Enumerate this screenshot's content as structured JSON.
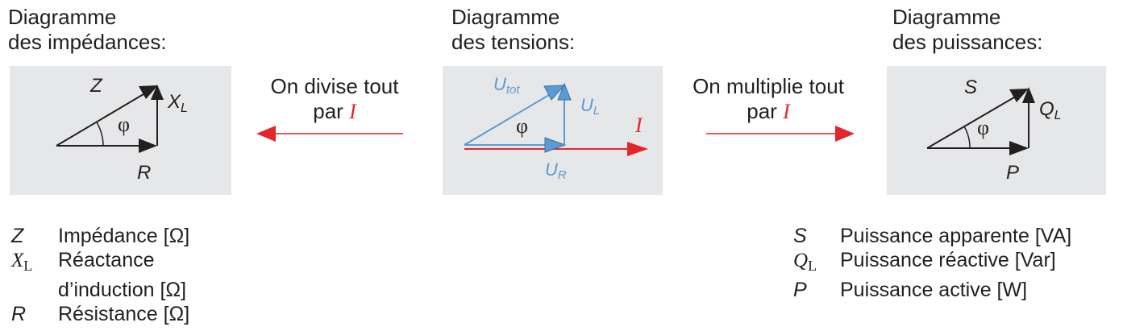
{
  "titles": {
    "impedances": [
      "Diagramme",
      "des impédances:"
    ],
    "tensions": [
      "Diagramme",
      "des tensions:"
    ],
    "puissances": [
      "Diagramme",
      "des puissances:"
    ]
  },
  "operations": {
    "divide": {
      "line1": "On divise tout",
      "line2": "par",
      "symbol": "I"
    },
    "multiply": {
      "line1": "On multiplie tout",
      "line2": "par",
      "symbol": "I"
    }
  },
  "impedance_diagram": {
    "hyp": "Z",
    "opp_main": "X",
    "opp_sub": "L",
    "adj": "R",
    "angle": "φ"
  },
  "tension_diagram": {
    "hyp_main": "U",
    "hyp_sub": "tot",
    "opp_main": "U",
    "opp_sub": "L",
    "adj_main": "U",
    "adj_sub": "R",
    "angle": "φ",
    "current": "I"
  },
  "power_diagram": {
    "hyp": "S",
    "opp_main": "Q",
    "opp_sub": "L",
    "adj": "P",
    "angle": "φ"
  },
  "legend_left": [
    {
      "sym": "Z",
      "sub": "",
      "text": "Impédance [Ω]"
    },
    {
      "sym": "X",
      "sub": "L",
      "text": "Réactance"
    },
    {
      "sym": "",
      "sub": "",
      "text": "d’induction [Ω]"
    },
    {
      "sym": "R",
      "sub": "",
      "text": "Résistance [Ω]"
    }
  ],
  "legend_right": [
    {
      "sym": "S",
      "sub": "",
      "text": "Puissance apparente [VA]"
    },
    {
      "sym": "Q",
      "sub": "L",
      "text": "Puissance réactive [Var]"
    },
    {
      "sym": "P",
      "sub": "",
      "text": "Puissance active  [W]"
    }
  ],
  "colors": {
    "box": "#e6e7e8",
    "dark": "#231f20",
    "blue": "#5b9bd5",
    "red": "#e3262b"
  }
}
